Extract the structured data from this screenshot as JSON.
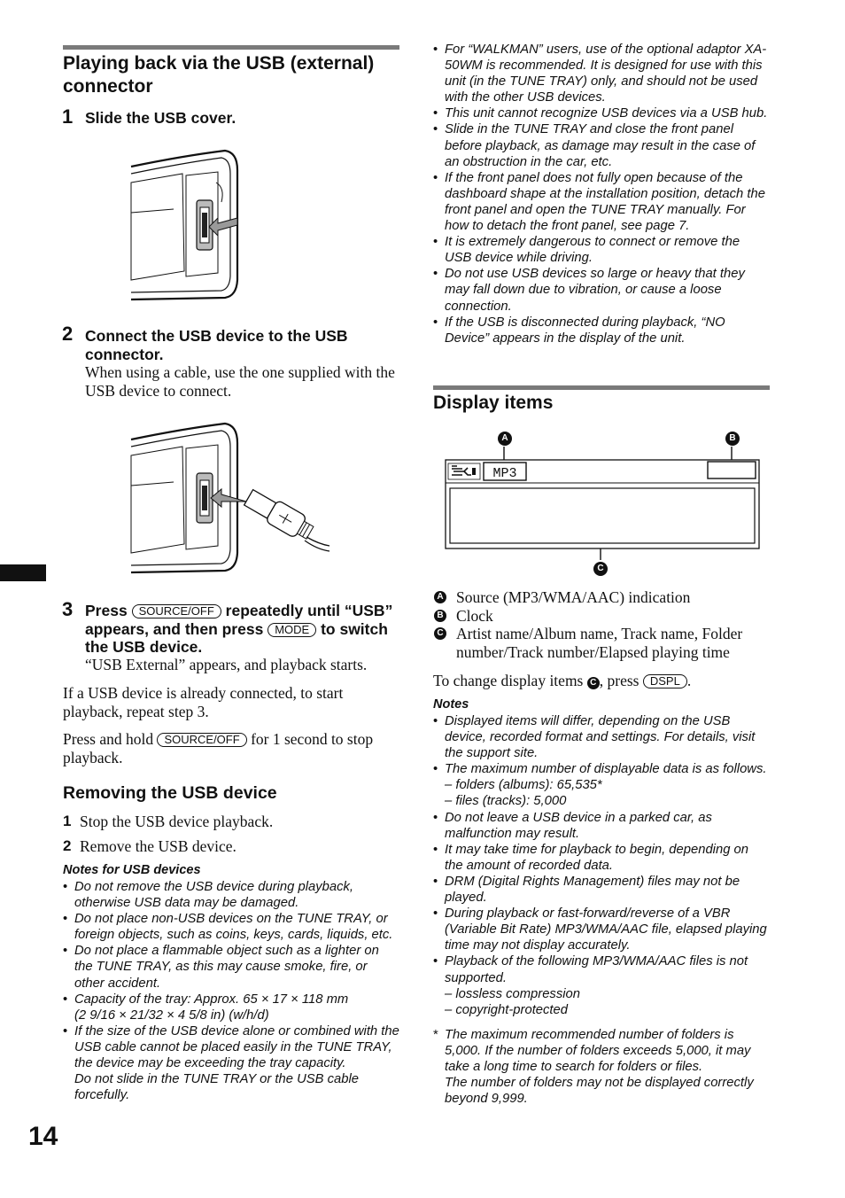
{
  "page_number": "14",
  "left": {
    "heading": "Playing back via the USB (external) connector",
    "step1": {
      "num": "1",
      "title": "Slide the USB cover."
    },
    "step2": {
      "num": "2",
      "title": "Connect the USB device to the USB connector.",
      "body": "When using a cable, use the one supplied with the USB device to connect."
    },
    "step3": {
      "num": "3",
      "press": "Press",
      "key_source": "SOURCE/OFF",
      "mid": "repeatedly until “USB” appears, and then press",
      "key_mode": "MODE",
      "end": "to switch the USB device.",
      "body": "“USB External” appears, and playback starts."
    },
    "para1": "If a USB device is already connected, to start playback, repeat step 3.",
    "para2_a": "Press and hold",
    "para2_key": "SOURCE/OFF",
    "para2_b": "for 1 second to stop playback.",
    "removing": {
      "heading": "Removing the USB device",
      "steps": [
        {
          "num": "1",
          "text": "Stop the USB device playback."
        },
        {
          "num": "2",
          "text": "Remove the USB device."
        }
      ]
    },
    "notes_head": "Notes for USB devices",
    "notes": [
      "Do not remove the USB device during playback, otherwise USB data may be damaged.",
      "Do not place non-USB devices on the TUNE TRAY, or foreign objects, such as coins, keys, cards, liquids, etc.",
      "Do not place a flammable object such as a lighter on the TUNE TRAY, as this may cause smoke, fire, or other accident.",
      "If the size of the USB device alone or combined with the USB cable cannot be placed easily in the TUNE TRAY, the device may be exceeding the tray capacity."
    ],
    "capacity_a": "Capacity of the tray: Approx. 65 × 17 × 118 mm",
    "capacity_b": "(2 9/16 × 21/32 × 4 5/8 in) (w/h/d)",
    "notes_last": "Do not slide in the TUNE TRAY or the USB cable forcefully."
  },
  "right": {
    "top_notes": [
      "For “WALKMAN” users, use of the optional adaptor XA-50WM is recommended. It is designed for use with this unit (in the TUNE TRAY) only, and should not be used with the other USB devices.",
      "This unit cannot recognize USB devices via a USB hub.",
      "Slide in the TUNE TRAY and close the front panel before playback, as damage may result in the case of an obstruction in the car, etc.",
      "If the front panel does not fully open because of the dashboard shape at the installation position, detach the front panel and open the TUNE TRAY manually. For how to detach the front panel, see page 7.",
      "It is extremely dangerous to connect or remove the USB device while driving.",
      "Do not use USB devices so large or heavy that they may fall down due to vibration, or cause a loose connection.",
      "If the USB is disconnected during playback, “NO Device” appears in the display of the unit."
    ],
    "display_heading": "Display items",
    "callouts": {
      "a": "A",
      "b": "B",
      "c": "C"
    },
    "display_mp3": "MP3",
    "legend": [
      {
        "mark": "A",
        "text": "Source (MP3/WMA/AAC) indication"
      },
      {
        "mark": "B",
        "text": "Clock"
      },
      {
        "mark": "C",
        "text": "Artist name/Album name, Track name, Folder number/Track number/Elapsed playing time"
      }
    ],
    "change_a": "To change display items",
    "change_mark": "C",
    "change_b": ", press",
    "change_key": "DSPL",
    "change_c": ".",
    "notes_head": "Notes",
    "notes1": "Displayed items will differ, depending on the USB device, recorded format and settings. For details, visit the support site.",
    "notes2": "The maximum number of displayable data is as follows.",
    "notes2_sub1": "– folders (albums): 65,535*",
    "notes2_sub2": "– files (tracks): 5,000",
    "notes_rest": [
      "Do not leave a USB device in a parked car, as malfunction may result.",
      "It may take time for playback to begin, depending on the amount of recorded data.",
      "DRM (Digital Rights Management) files may not be played.",
      "During playback or fast-forward/reverse of a VBR (Variable Bit Rate) MP3/WMA/AAC file, elapsed playing time may not display accurately."
    ],
    "notes_last": "Playback of the following MP3/WMA/AAC files is not supported.",
    "notes_last_sub1": "– lossless compression",
    "notes_last_sub2": "– copyright-protected",
    "footnote": "The maximum recommended number of folders is 5,000. If the number of folders exceeds 5,000, it may take a long time to search for folders or files.",
    "footnote2": "The number of folders may not be displayed correctly beyond 9,999."
  }
}
